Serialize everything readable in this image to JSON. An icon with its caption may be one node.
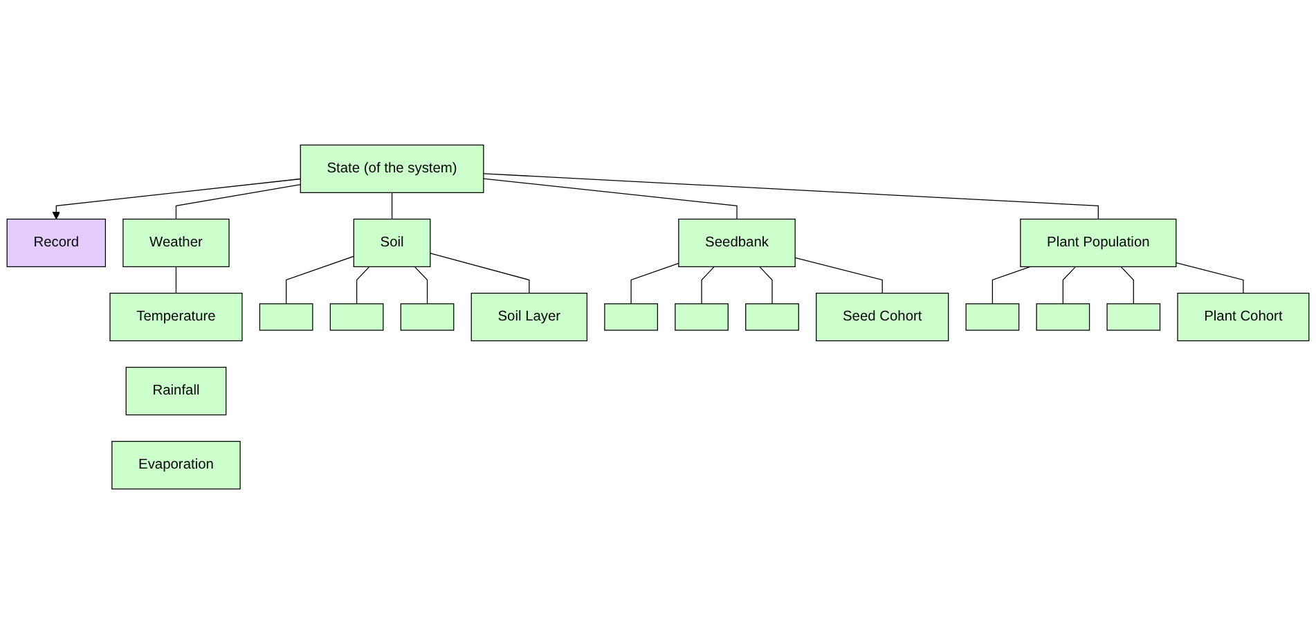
{
  "diagram": {
    "nodes": [
      {
        "text": [
          "State (of the system)"
        ]
      },
      {
        "text": [
          "Record"
        ]
      },
      {
        "text": [
          "Weather"
        ]
      },
      {
        "text": [
          "Soil"
        ]
      },
      {
        "text": [
          "Seedbank"
        ]
      },
      {
        "text": [
          "Plant Population"
        ]
      },
      {
        "text": [
          "Temperature"
        ]
      },
      {
        "text": [
          "Rainfall"
        ]
      },
      {
        "text": [
          "Evaporation"
        ]
      },
      {
        "text": [],
        "shape": "box"
      },
      {
        "text": [],
        "shape": "box"
      },
      {
        "text": [],
        "shape": "box"
      },
      {
        "text": [
          "Soil Layer"
        ]
      },
      {
        "text": [],
        "shape": "box"
      },
      {
        "text": [],
        "shape": "box"
      },
      {
        "text": [],
        "shape": "box"
      },
      {
        "text": [
          "Seed Cohort"
        ]
      },
      {
        "text": [],
        "shape": "box"
      },
      {
        "text": [],
        "shape": "box"
      },
      {
        "text": [],
        "shape": "box"
      },
      {
        "text": [
          "Plant Cohort"
        ]
      }
    ],
    "edges": [
      {
        "from": 0,
        "to": 1,
        "arrow": "to"
      },
      {
        "from": 0,
        "to": 2,
        "arrow": "none"
      },
      {
        "from": 0,
        "to": 3,
        "arrow": "none"
      },
      {
        "from": 0,
        "to": 4,
        "arrow": "none"
      },
      {
        "from": 0,
        "to": 5,
        "arrow": "none"
      },
      {
        "from": 2,
        "to": 6,
        "arrow": "none"
      },
      {
        "from": 3,
        "to": 9,
        "arrow": "none"
      },
      {
        "from": 3,
        "to": 10,
        "arrow": "none"
      },
      {
        "from": 3,
        "to": 11,
        "arrow": "none"
      },
      {
        "from": 3,
        "to": 12,
        "arrow": "none"
      },
      {
        "from": 4,
        "to": 13,
        "arrow": "none"
      },
      {
        "from": 4,
        "to": 14,
        "arrow": "none"
      },
      {
        "from": 4,
        "to": 15,
        "arrow": "none"
      },
      {
        "from": 4,
        "to": 16,
        "arrow": "none"
      },
      {
        "from": 5,
        "to": 17,
        "arrow": "none"
      },
      {
        "from": 5,
        "to": 18,
        "arrow": "none"
      },
      {
        "from": 5,
        "to": 19,
        "arrow": "none"
      },
      {
        "from": 5,
        "to": 20,
        "arrow": "none"
      }
    ]
  }
}
